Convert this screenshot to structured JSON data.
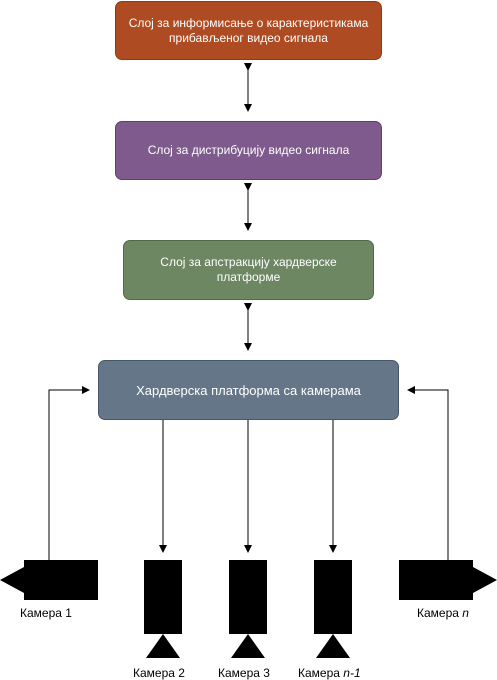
{
  "layers": {
    "info": "Слој за информисање о карактеристикама прибављеног видео сигнала",
    "distribution": "Слој за дистрибуцију видео сигнала",
    "abstraction": "Слој за апстракцију хардверске платформе",
    "hardware": "Хардверска платформа са камерама"
  },
  "cameras": {
    "cam1": "Камера 1",
    "cam2": "Камера 2",
    "cam3": "Камера 3",
    "cam_n1_prefix": "Камера ",
    "cam_n1_var": "n-1",
    "cam_n_prefix": "Камера ",
    "cam_n_var": "n"
  },
  "colors": {
    "info": "#ae4b22",
    "distribution": "#7e5b8c",
    "abstraction": "#6d8762",
    "hardware": "#647687"
  }
}
